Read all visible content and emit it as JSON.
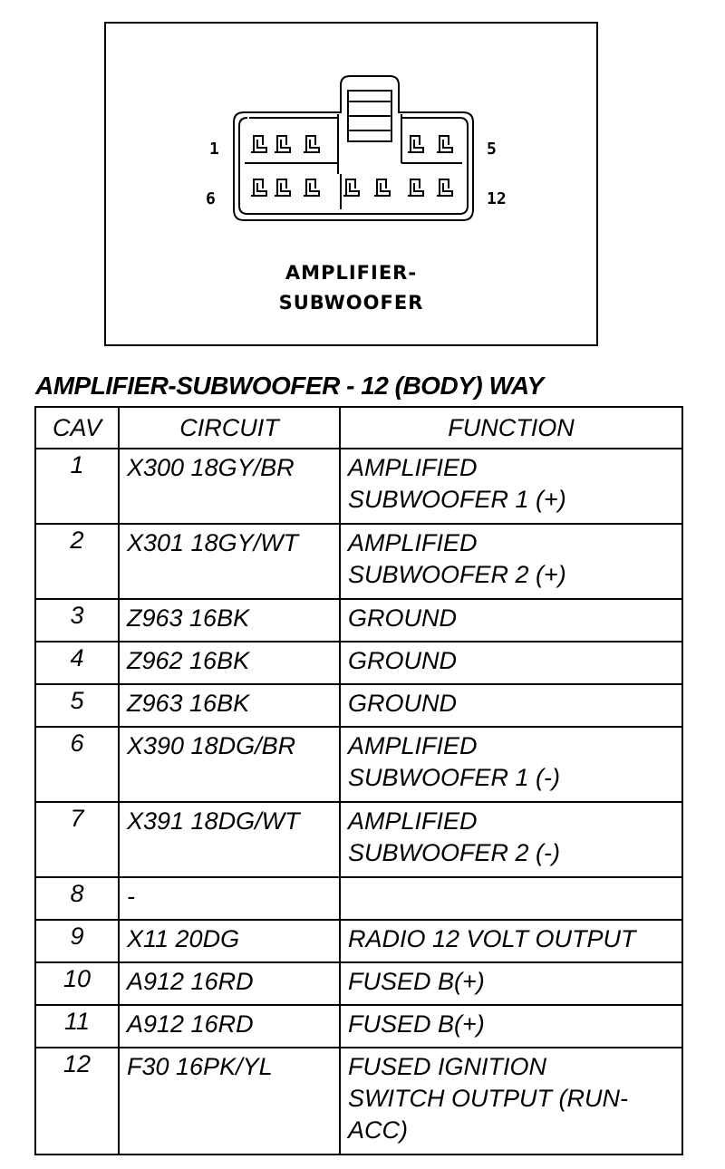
{
  "connector": {
    "name_line1": "AMPLIFIER-",
    "name_line2": "SUBWOOFER",
    "pin_labels": {
      "top_left": "1",
      "top_right": "5",
      "bottom_left": "6",
      "bottom_right": "12"
    }
  },
  "table": {
    "title": "AMPLIFIER-SUBWOOFER - 12 (BODY) WAY",
    "headers": {
      "cav": "CAV",
      "circuit": "CIRCUIT",
      "function": "FUNCTION"
    },
    "rows": [
      {
        "cav": "1",
        "circuit": "X300 18GY/BR",
        "function": [
          "AMPLIFIED",
          "SUBWOOFER 1 (+)"
        ]
      },
      {
        "cav": "2",
        "circuit": "X301 18GY/WT",
        "function": [
          "AMPLIFIED",
          "SUBWOOFER 2 (+)"
        ]
      },
      {
        "cav": "3",
        "circuit": "Z963 16BK",
        "function": [
          "GROUND"
        ]
      },
      {
        "cav": "4",
        "circuit": "Z962 16BK",
        "function": [
          "GROUND"
        ]
      },
      {
        "cav": "5",
        "circuit": "Z963 16BK",
        "function": [
          "GROUND"
        ]
      },
      {
        "cav": "6",
        "circuit": "X390 18DG/BR",
        "function": [
          "AMPLIFIED",
          "SUBWOOFER 1 (-)"
        ]
      },
      {
        "cav": "7",
        "circuit": "X391 18DG/WT",
        "function": [
          "AMPLIFIED",
          "SUBWOOFER 2 (-)"
        ]
      },
      {
        "cav": "8",
        "circuit": "-",
        "function": []
      },
      {
        "cav": "9",
        "circuit": "X11 20DG",
        "function": [
          "RADIO 12 VOLT OUTPUT"
        ]
      },
      {
        "cav": "10",
        "circuit": "A912 16RD",
        "function": [
          "FUSED B(+)"
        ]
      },
      {
        "cav": "11",
        "circuit": "A912 16RD",
        "function": [
          "FUSED B(+)"
        ]
      },
      {
        "cav": "12",
        "circuit": "F30 16PK/YL",
        "function": [
          "FUSED IGNITION",
          "SWITCH OUTPUT (RUN-",
          "ACC)"
        ]
      }
    ]
  }
}
